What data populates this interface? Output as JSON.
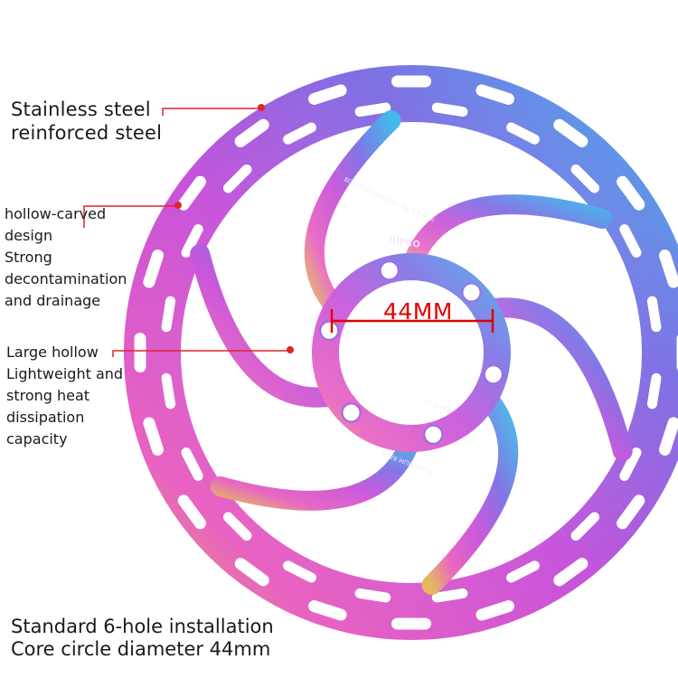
{
  "callouts": {
    "material": {
      "line1": "Stainless steel",
      "line2": "reinforced steel"
    },
    "hollow_carved": {
      "line1": "hollow-carved",
      "line2": "design",
      "line3": "Strong",
      "line4": "decontamination",
      "line5": "and drainage"
    },
    "large_hollow": {
      "line1": "Large hollow",
      "line2": "Lightweight and",
      "line3": "strong heat",
      "line4": "dissipation",
      "line5": "capacity"
    }
  },
  "measurement": {
    "value": "44MM"
  },
  "caption": {
    "line1": "Standard 6-hole installation",
    "line2": "Core circle diameter 44mm"
  },
  "rotor_markings": {
    "inner_text": "BOLT TORQUE 55in-lbs 6.2 N-m",
    "brand": "IIIPRO",
    "bottom_text": "ALUMINIUM RACE",
    "model_text": "MATH-15"
  },
  "colors": {
    "callout_line": "#e0242c",
    "measure": "#e00000",
    "rotor_gradient": [
      "#3ba7e6",
      "#8a5de0",
      "#d54fd8",
      "#e86ab8",
      "#d6b060"
    ]
  }
}
